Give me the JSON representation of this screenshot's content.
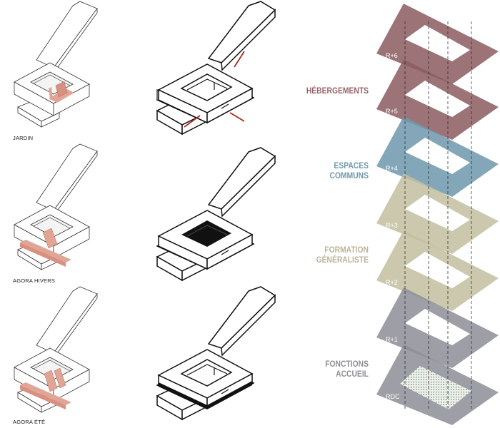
{
  "plans": [
    {
      "caption": "JARDIN"
    },
    {
      "caption": "AGORA HIVERS"
    },
    {
      "caption": "AGORA ÉTÉ"
    }
  ],
  "levels": [
    {
      "label": "R+6",
      "color": "#8c5d62"
    },
    {
      "label": "R+5",
      "color": "#8c5d62"
    },
    {
      "label": "R+4",
      "color": "#6f98ad"
    },
    {
      "label": "R+3",
      "color": "#c4bf9f"
    },
    {
      "label": "R+2",
      "color": "#c4bf9f"
    },
    {
      "label": "R+1",
      "color": "#8e8f97"
    },
    {
      "label": "RDC",
      "color": "#8e8f97"
    }
  ],
  "groups": [
    {
      "line1": "HÉBERGEMENTS",
      "line2": "",
      "color": "#9a6468"
    },
    {
      "line1": "ESPACES",
      "line2": "COMMUNS",
      "color": "#6f98ad"
    },
    {
      "line1": "FORMATION",
      "line2": "GÉNÉRALISTE",
      "color": "#b8b49a"
    },
    {
      "line1": "FONCTIONS",
      "line2": "ACCUEIL",
      "color": "#8e8f97"
    }
  ],
  "highlight_color": "#e0a595",
  "courtyard_color": "#111111",
  "axis_color": "#b0271c"
}
